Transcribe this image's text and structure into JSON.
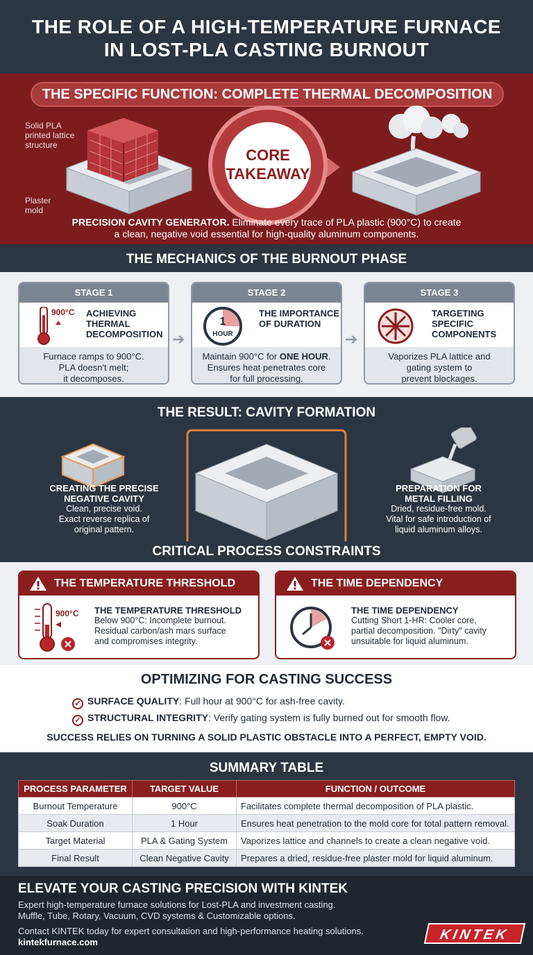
{
  "header": {
    "title_line1": "THE ROLE OF A HIGH-TEMPERATURE FURNACE",
    "title_line2": "IN LOST-PLA CASTING BURNOUT"
  },
  "core": {
    "pill": "THE SPECIFIC FUNCTION: COMPLETE THERMAL DECOMPOSITION",
    "label_pla_1": "Solid PLA",
    "label_pla_2": "printed lattice",
    "label_pla_3": "structure",
    "label_mold_1": "Plaster",
    "label_mold_2": "mold",
    "circle_1": "CORE",
    "circle_2": "TAKEAWAY",
    "desc_bold": "PRECISION CAVITY GENERATOR.",
    "desc_1": " Eliminate every trace of PLA plastic (900°C) to create",
    "desc_2": "a clean, negative void essential for high-quality aluminum components."
  },
  "mechanics": {
    "title": "THE MECHANICS OF THE BURNOUT PHASE",
    "stages": [
      {
        "tab": "STAGE 1",
        "icon_text": "900°C",
        "head": "ACHIEVING THERMAL DECOMPOSITION",
        "body_1": "Furnace ramps to 900°C.",
        "body_2": "PLA doesn't melt;",
        "body_3": "it decomposes."
      },
      {
        "tab": "STAGE 2",
        "icon_text_1": "1",
        "icon_text_2": "HOUR",
        "head": "THE IMPORTANCE OF DURATION",
        "body_1a": "Maintain 900°C for ",
        "body_1b": "ONE HOUR",
        "body_1c": ".",
        "body_2": "Ensures heat penetrates core",
        "body_3": "for full processing."
      },
      {
        "tab": "STAGE 3",
        "head": "TARGETING SPECIFIC COMPONENTS",
        "body_1": "Vaporizes PLA lattice and",
        "body_2": "gating system to",
        "body_3": "prevent blockages."
      }
    ]
  },
  "result": {
    "title": "THE RESULT: CAVITY FORMATION",
    "left_head_1": "CREATING THE PRECISE",
    "left_head_2": "NEGATIVE CAVITY",
    "left_1": "Clean, precise void.",
    "left_2": "Exact reverse replica of",
    "left_3": "original pattern.",
    "right_head_1": "PREPARATION FOR",
    "right_head_2": "METAL FILLING",
    "right_1": "Dried, residue-free mold.",
    "right_2": "Vital for safe introduction of",
    "right_3": "liquid aluminum alloys."
  },
  "constraints": {
    "title": "CRITICAL PROCESS CONSTRAINTS",
    "temp": {
      "bar": "THE TEMPERATURE THRESHOLD",
      "icon_text": "900°C",
      "head": "THE TEMPERATURE THRESHOLD",
      "l1": "Below 900°C: Incomplete burnout.",
      "l2": "Residual carbon/ash mars surface",
      "l3": "and compromises integrity."
    },
    "time": {
      "bar": "THE TIME DEPENDENCY",
      "head": "THE TIME DEPENDENCY",
      "l1": "Cutting Short 1-HR: Cooler core,",
      "l2": "partial decomposition. \"Dirty\" cavity",
      "l3": "unsuitable for liquid aluminum."
    }
  },
  "optimizing": {
    "title": "OPTIMIZING FOR CASTING SUCCESS",
    "item1_bold": "SURFACE QUALITY",
    "item1_text": ": Full hour at 900°C for ash-free cavity.",
    "item2_bold": "STRUCTURAL INTEGRITY",
    "item2_text": ": Verify gating system is fully burned out for smooth flow.",
    "final": "SUCCESS RELIES ON TURNING A SOLID PLASTIC OBSTACLE INTO A PERFECT, EMPTY VOID."
  },
  "summary": {
    "title": "SUMMARY TABLE",
    "headers": [
      "PROCESS PARAMETER",
      "TARGET VALUE",
      "FUNCTION / OUTCOME"
    ],
    "rows": [
      [
        "Burnout Temperature",
        "900°C",
        "Facilitates complete thermal decomposition of PLA plastic."
      ],
      [
        "Soak Duration",
        "1 Hour",
        "Ensures heat penetration to the mold core for total pattern removal."
      ],
      [
        "Target Material",
        "PLA & Gating System",
        "Vaporizes lattice and channels to create a clean negative void."
      ],
      [
        "Final Result",
        "Clean Negative Cavity",
        "Prepares a dried, residue-free plaster mold for liquid aluminum."
      ]
    ]
  },
  "footer": {
    "title": "ELEVATE YOUR CASTING PRECISION WITH KINTEK",
    "l1": "Expert high-temperature furnace solutions for Lost-PLA and investment casting.",
    "l2": "Muffle, Tube, Rotary, Vacuum, CVD systems & Customizable options.",
    "l3": "Contact KINTEK today for expert consultation and high-performance heating solutions.",
    "url": "kintekfurnace.com",
    "logo": "KINTEK"
  },
  "colors": {
    "brand_red": "#8a1d1f",
    "navy": "#2c3642",
    "panel": "#eef0f3"
  }
}
